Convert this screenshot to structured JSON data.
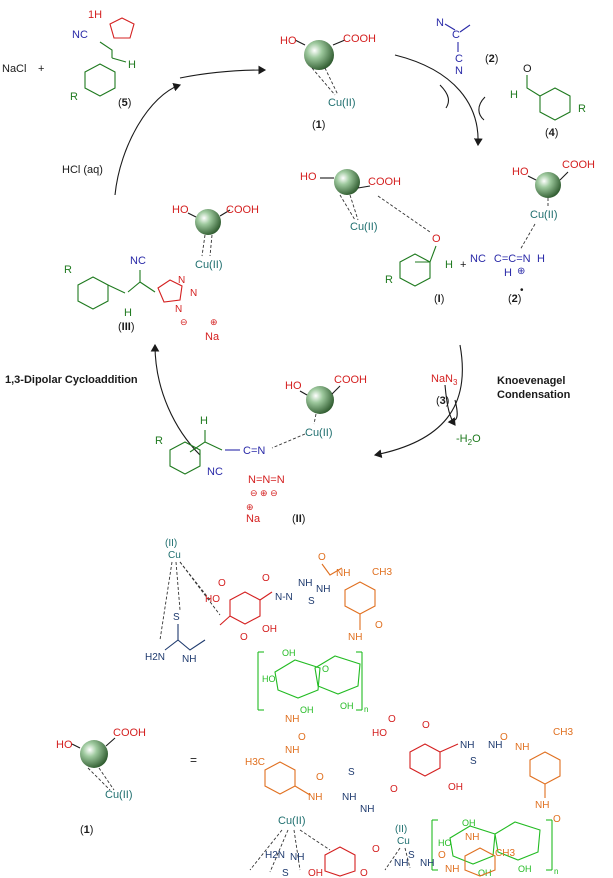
{
  "cycle": {
    "cat1_label": "(1)",
    "cooh": "COOH",
    "ho": "HO",
    "cu": "Cu(II)",
    "reagent2_label": "(2)",
    "reagent4_label": "(4)",
    "nacl": "NaCl",
    "plus": "+",
    "product5_label": "(5)",
    "hcl": "HCl (aq)",
    "intI_label": "(I)",
    "int2p_label": "(2)",
    "intIII_label": "(III)",
    "intII_label": "(II)",
    "dipolar": "1,3-Dipolar Cycloaddition",
    "knoev1": "Knoevenagel",
    "knoev2": "Condensation",
    "nan3": "NaN",
    "nan3_sub": "3",
    "reagent3_label": "(3)",
    "water": "-H",
    "water_sub": "2",
    "water_o": "O",
    "nc": "NC",
    "cn": "CN",
    "r": "R",
    "h": "H",
    "n": "N",
    "nh": "NH",
    "na": "Na",
    "o": "O",
    "one_h": "1H",
    "c_n_chain": "C=N",
    "dot": "•"
  },
  "structure": {
    "eq": "=",
    "cat_label": "(1)",
    "cu_top": "(II)",
    "cu": "Cu",
    "cu2": "Cu(II)",
    "ch3": "CH3",
    "h3c": "H3C",
    "ho": "HO",
    "oh": "OH",
    "h2n": "H2N",
    "n_sub": "n",
    "s": "S",
    "nh": "NH",
    "o": "O"
  }
}
